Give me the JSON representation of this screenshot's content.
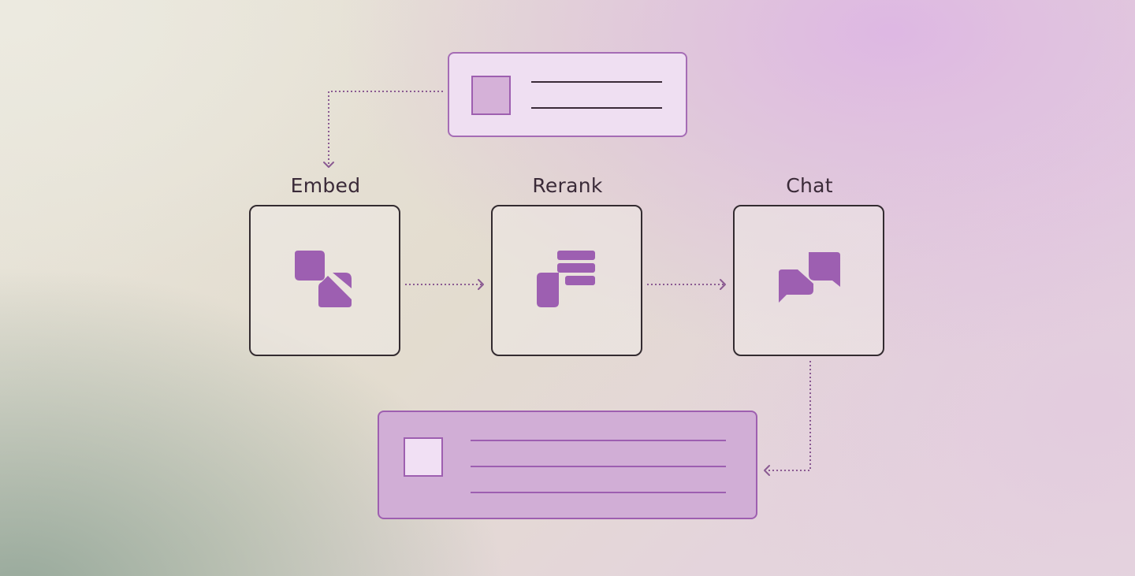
{
  "diagram": {
    "stages": [
      {
        "label": "Embed",
        "icon": "embed-icon"
      },
      {
        "label": "Rerank",
        "icon": "rerank-icon"
      },
      {
        "label": "Chat",
        "icon": "chat-bubbles-icon"
      }
    ],
    "cards": {
      "input": {
        "icon": "document-thumbnail-icon",
        "lines": 2
      },
      "output": {
        "icon": "document-thumbnail-icon",
        "lines": 3
      }
    }
  },
  "colors": {
    "accent": "#9d5fb1",
    "accent_light": "#efdff2",
    "accent_mid": "#d1aed6",
    "stroke_dark": "#332b30",
    "label_text": "#3a2a38"
  }
}
